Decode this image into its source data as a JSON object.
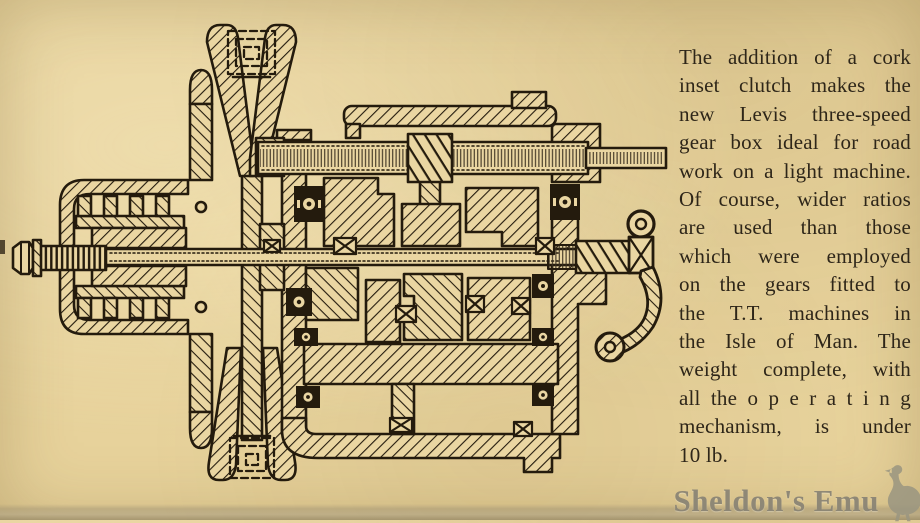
{
  "page": {
    "paper_color": "#e7d29b",
    "ink_color": "#241b0d",
    "edge_band_color": "#b9ae92"
  },
  "figure": {
    "description": "Sectional drawing of the Levis three-speed gear box with cork inset clutch, belt pulley and operating lever"
  },
  "article": {
    "lines": [
      "The addition of a cork",
      "inset clutch makes the",
      "new Levis three-speed",
      "gear box ideal for road",
      "work on a light machine.",
      "Of course, wider ratios",
      "are used than those",
      "which were employed",
      "on the gears fitted to",
      "the T.T. machines in",
      "the Isle of Man. The",
      "weight complete, with",
      "all the o p e r a t i n g",
      "mechanism, is under",
      "10 lb."
    ],
    "text": "The addition of a cork inset clutch makes the new Levis three-speed gear box ideal for road work on a light machine. Of course, wider ratios are used than those which were employed on the gears fitted to the T.T. machines in the Isle of Man. The weight complete, with all the operating mechanism, is under 10 lb."
  },
  "watermark": {
    "text": "Sheldon's Emu",
    "color": "#8b8575",
    "icon": "emu-icon"
  }
}
